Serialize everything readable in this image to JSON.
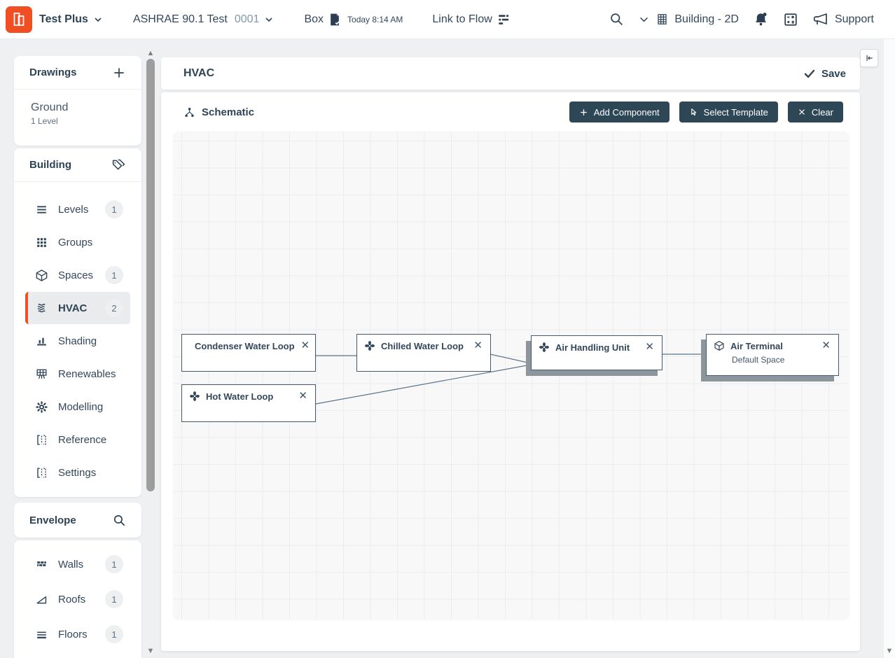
{
  "header": {
    "app_name": "Test Plus",
    "project_name": "ASHRAE 90.1 Test",
    "project_number": "0001",
    "box_label": "Box",
    "box_status": "Today 8:14 AM",
    "link_to_flow_label": "Link to Flow",
    "view_label": "Building - 2D",
    "support_label": "Support"
  },
  "sidebar": {
    "drawings_title": "Drawings",
    "drawings": [
      {
        "name": "Ground",
        "detail": "1 Level"
      }
    ],
    "building_title": "Building",
    "building_items": [
      {
        "label": "Levels",
        "badge": "1"
      },
      {
        "label": "Groups"
      },
      {
        "label": "Spaces",
        "badge": "1"
      },
      {
        "label": "HVAC",
        "badge": "2",
        "active": true
      },
      {
        "label": "Shading"
      },
      {
        "label": "Renewables"
      },
      {
        "label": "Modelling"
      },
      {
        "label": "Reference"
      },
      {
        "label": "Settings"
      }
    ],
    "envelope_title": "Envelope",
    "envelope_items": [
      {
        "label": "Walls",
        "badge": "1"
      },
      {
        "label": "Roofs",
        "badge": "1"
      },
      {
        "label": "Floors",
        "badge": "1"
      }
    ]
  },
  "main": {
    "page_title": "HVAC",
    "save_label": "Save",
    "section_title": "Schematic",
    "buttons": {
      "add_component": "Add Component",
      "select_template": "Select Template",
      "clear": "Clear"
    }
  },
  "schematic": {
    "nodes": [
      {
        "title": "Condenser Water Loop",
        "icon": "fan-icon"
      },
      {
        "title": "Chilled Water Loop",
        "icon": "fan-icon"
      },
      {
        "title": "Air Handling Unit",
        "icon": "fan-icon"
      },
      {
        "title": "Air Terminal",
        "subtitle": "Default Space",
        "icon": "cube-icon"
      },
      {
        "title": "Hot Water Loop",
        "icon": "fan-icon"
      }
    ]
  },
  "colors": {
    "accent_orange": "#f04f23",
    "ink": "#32475a",
    "button_dark": "#2e4756",
    "node_shadow": "#8e969d",
    "canvas_grid": "#ededef"
  }
}
